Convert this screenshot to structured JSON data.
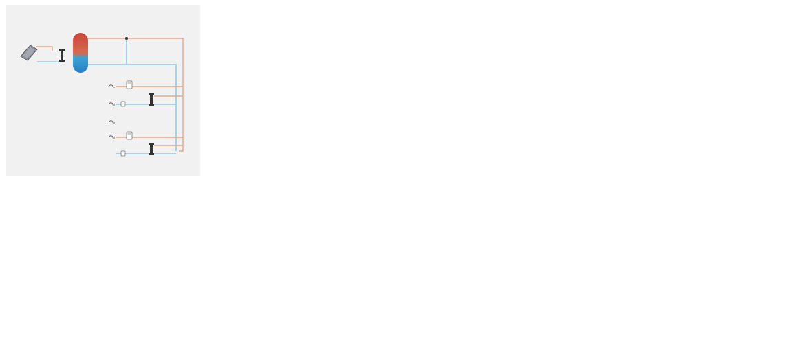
{
  "title": "",
  "colors": {
    "background": "#f1f1f1",
    "hot_pipe": "#e6a886",
    "cold_pipe": "#8fcbe6",
    "tank_hot": "#d2553d",
    "tank_cold": "#3a9bd4",
    "tank_orange": "#e8782a",
    "roof": "#e5432c",
    "collector": "#8a8f96"
  },
  "icons": [
    "solar-collector-icon",
    "storage-tank-icon",
    "heat-exchanger-icon",
    "pump-icon",
    "tap-icon",
    "controller-icon",
    "house-icon"
  ],
  "panels": [
    {
      "id": "p1",
      "description": ""
    },
    {
      "id": "p2",
      "description": ""
    },
    {
      "id": "p3",
      "description": ""
    },
    {
      "id": "p4",
      "description": ""
    },
    {
      "id": "p5",
      "description": ""
    },
    {
      "id": "p6",
      "description": ""
    },
    {
      "id": "p7",
      "description": ""
    },
    {
      "id": "p8",
      "description": ""
    }
  ]
}
